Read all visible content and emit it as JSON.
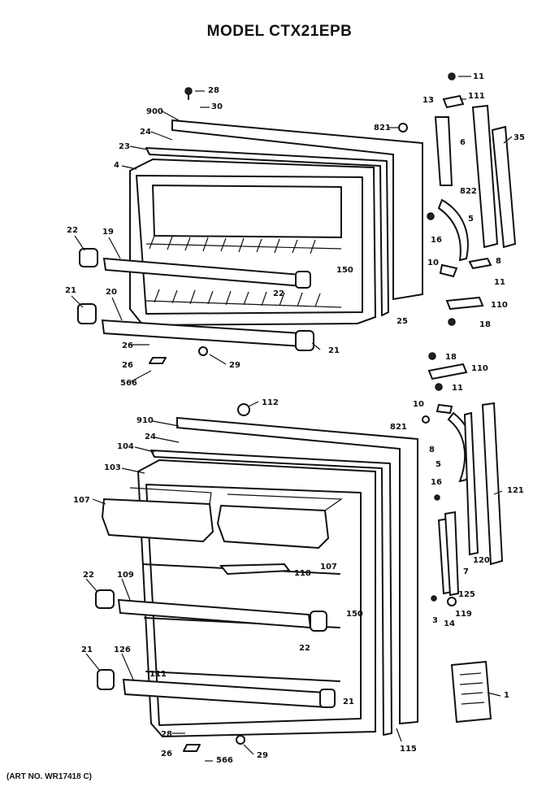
{
  "title": "MODEL CTX21EPB",
  "art_number": "(ART NO. WR17418 C)",
  "part_labels": {
    "p28_top": "28",
    "p30": "30",
    "p900": "900",
    "p24_top": "24",
    "p23": "23",
    "p4": "4",
    "p821_top": "821",
    "p13": "13",
    "p11_top": "11",
    "p111": "111",
    "p6": "6",
    "p35": "35",
    "p822": "822",
    "p5_top": "5",
    "p16_top": "16",
    "p10_top": "10",
    "p8_top": "8",
    "p11_mid": "11",
    "p110_top": "110",
    "p18_top": "18",
    "p22_top_left": "22",
    "p19": "19",
    "p150_top": "150",
    "p22_top_center": "22",
    "p21_top_left": "21",
    "p20": "20",
    "p25": "25",
    "p26_top_a": "26",
    "p26_top_b": "26",
    "p21_top_right": "21",
    "p566_top": "566",
    "p29_top": "29",
    "p18_mid": "18",
    "p110_mid": "110",
    "p11_low": "11",
    "p112": "112",
    "p910": "910",
    "p24_bot": "24",
    "p104": "104",
    "p103": "103",
    "p107_left": "107",
    "p107_right": "107",
    "p118": "118",
    "p10_bot": "10",
    "p821_bot": "821",
    "p8_bot": "8",
    "p5_bot": "5",
    "p16_bot": "16",
    "p121": "121",
    "p120": "120",
    "p7": "7",
    "p125": "125",
    "p3": "3",
    "p14": "14",
    "p119": "119",
    "p22_bot_left": "22",
    "p109": "109",
    "p150_bot": "150",
    "p22_bot_center": "22",
    "p21_bot_left": "21",
    "p126": "126",
    "p111_bot": "111",
    "p21_bot_right": "21",
    "p1": "1",
    "p28_bot": "28",
    "p26_bot": "26",
    "p566_bot": "566",
    "p29_bot": "29",
    "p115": "115"
  }
}
